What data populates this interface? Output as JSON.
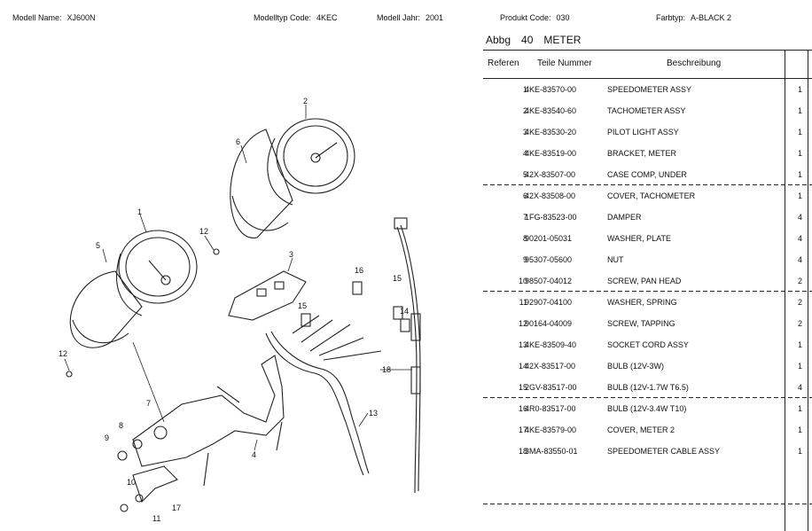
{
  "header": {
    "model_name_label": "Modell Name:",
    "model_name": "XJ600N",
    "type_code_label": "Modelltyp Code:",
    "type_code": "4KEC",
    "year_label": "Modell Jahr:",
    "year": "2001",
    "product_code_label": "Produkt Code:",
    "product_code": "030",
    "color_label": "Farbtyp:",
    "color": "A-BLACK 2"
  },
  "section": {
    "label": "Abbg",
    "number": "40",
    "title": "METER"
  },
  "table": {
    "headers": {
      "ref": "Referen",
      "part": "Teile Nummer",
      "desc": "Beschreibung"
    },
    "rows": [
      {
        "ref": "1",
        "part": "4KE-83570-00",
        "desc": "SPEEDOMETER ASSY",
        "qty": "1"
      },
      {
        "ref": "2",
        "part": "4KE-83540-60",
        "desc": "TACHOMETER ASSY",
        "qty": "1"
      },
      {
        "ref": "3",
        "part": "4KE-83530-20",
        "desc": "PILOT LIGHT ASSY",
        "qty": "1"
      },
      {
        "ref": "4",
        "part": "4KE-83519-00",
        "desc": "BRACKET, METER",
        "qty": "1"
      },
      {
        "ref": "5",
        "part": "42X-83507-00",
        "desc": "CASE COMP, UNDER",
        "qty": "1"
      },
      {
        "ref": "6",
        "part": "42X-83508-00",
        "desc": "COVER, TACHOMETER",
        "qty": "1"
      },
      {
        "ref": "7",
        "part": "1FG-83523-00",
        "desc": "DAMPER",
        "qty": "4"
      },
      {
        "ref": "8",
        "part": "90201-05031",
        "desc": "WASHER, PLATE",
        "qty": "4"
      },
      {
        "ref": "9",
        "part": "95307-05600",
        "desc": "NUT",
        "qty": "4"
      },
      {
        "ref": "10",
        "part": "98507-04012",
        "desc": "SCREW, PAN HEAD",
        "qty": "2"
      },
      {
        "ref": "11",
        "part": "92907-04100",
        "desc": "WASHER, SPRING",
        "qty": "2"
      },
      {
        "ref": "12",
        "part": "90164-04009",
        "desc": "SCREW, TAPPING",
        "qty": "2"
      },
      {
        "ref": "13",
        "part": "4KE-83509-40",
        "desc": "SOCKET CORD ASSY",
        "qty": "1"
      },
      {
        "ref": "14",
        "part": "42X-83517-00",
        "desc": "BULB (12V-3W)",
        "qty": "1"
      },
      {
        "ref": "15",
        "part": "2GV-83517-00",
        "desc": "BULB (12V-1.7W T6.5)",
        "qty": "4"
      },
      {
        "ref": "16",
        "part": "4R0-83517-00",
        "desc": "BULB (12V-3.4W T10)",
        "qty": "1"
      },
      {
        "ref": "17",
        "part": "4KE-83579-00",
        "desc": "COVER, METER 2",
        "qty": "1"
      },
      {
        "ref": "18",
        "part": "3MA-83550-01",
        "desc": "SPEEDOMETER CABLE ASSY",
        "qty": "1"
      }
    ]
  },
  "diagram": {
    "callouts": [
      {
        "text": "1"
      },
      {
        "text": "2"
      },
      {
        "text": "3"
      },
      {
        "text": "4"
      },
      {
        "text": "5"
      },
      {
        "text": "6"
      },
      {
        "text": "7"
      },
      {
        "text": "8"
      },
      {
        "text": "9"
      },
      {
        "text": "10"
      },
      {
        "text": "11"
      },
      {
        "text": "12"
      },
      {
        "text": "12"
      },
      {
        "text": "13"
      },
      {
        "text": "14"
      },
      {
        "text": "15"
      },
      {
        "text": "15"
      },
      {
        "text": "16"
      },
      {
        "text": "17"
      },
      {
        "text": "18"
      }
    ]
  }
}
